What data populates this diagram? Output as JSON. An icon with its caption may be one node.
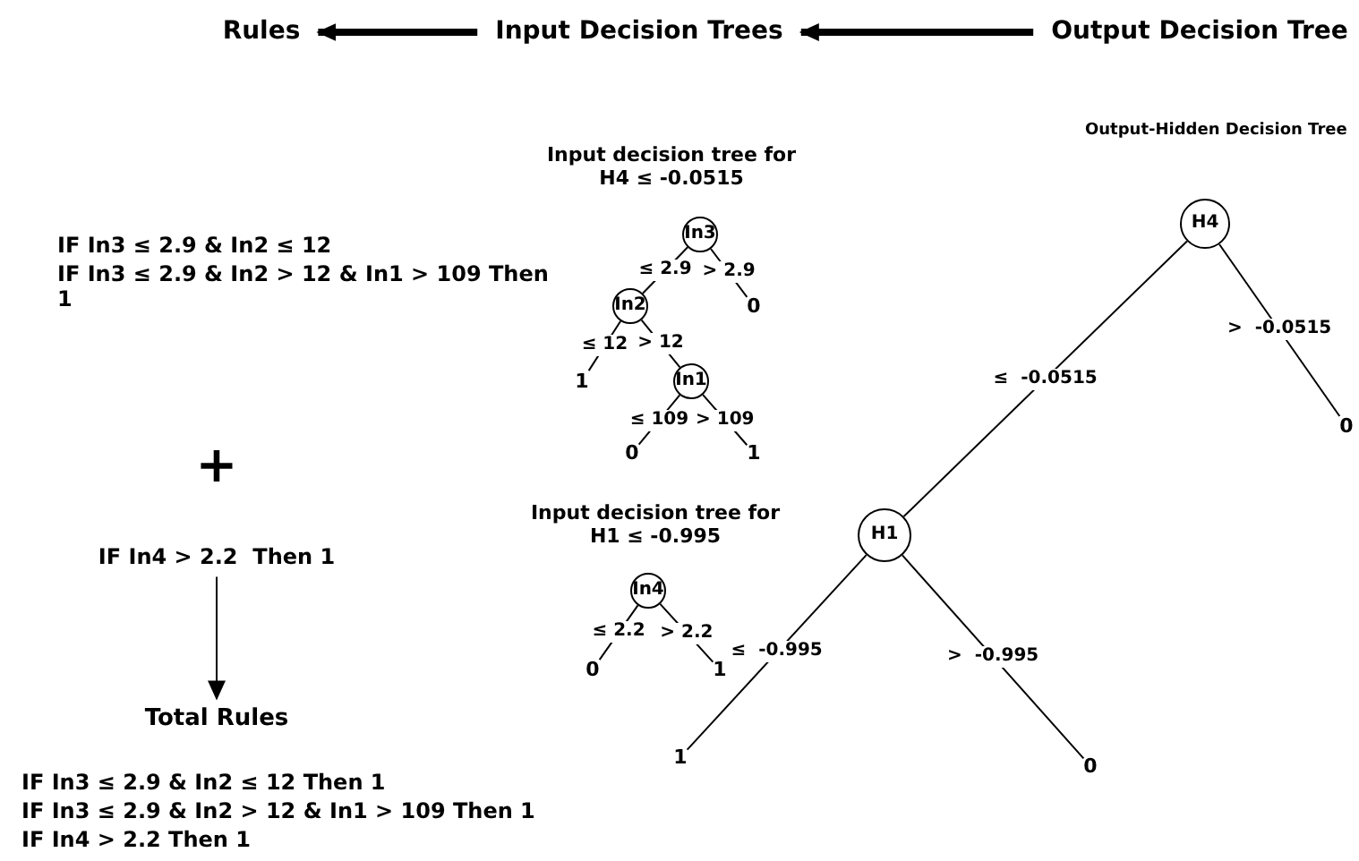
{
  "diagram": {
    "nodes": [
      {
        "text": [
          "Rules"
        ]
      },
      {
        "text": [
          "Input Decision Trees"
        ]
      },
      {
        "text": [
          "Output Decision Tree"
        ]
      },
      {
        "text": [
          "In3"
        ]
      },
      {
        "text": [
          "In2"
        ]
      },
      {
        "text": [
          "0"
        ]
      },
      {
        "text": [
          "1"
        ]
      },
      {
        "text": [
          "In1"
        ]
      },
      {
        "text": [
          "0"
        ]
      },
      {
        "text": [
          "1"
        ]
      },
      {
        "text": [
          "H4"
        ]
      },
      {
        "text": [
          "0"
        ]
      },
      {
        "text": [
          "H1"
        ]
      },
      {
        "text": [
          "IF In4 > 2.2  Then 1"
        ]
      },
      {
        "text": [
          "In4"
        ]
      },
      {
        "text": [
          "0"
        ]
      },
      {
        "text": [
          "1"
        ]
      },
      {
        "text": [
          "1"
        ]
      },
      {
        "text": [
          "0"
        ]
      },
      {
        "text": [
          "Total Rules"
        ]
      }
    ],
    "edges": [
      {
        "from": 1,
        "to": 0,
        "arrow": "to",
        "style": "thick"
      },
      {
        "from": 2,
        "to": 1,
        "arrow": "to",
        "style": "thick"
      },
      {
        "from": 3,
        "to": 4,
        "arrow": "none",
        "label": "≤ 2.9"
      },
      {
        "from": 3,
        "to": 5,
        "arrow": "none",
        "label": "> 2.9"
      },
      {
        "from": 4,
        "to": 6,
        "arrow": "none",
        "label": "≤ 12"
      },
      {
        "from": 4,
        "to": 7,
        "arrow": "none",
        "label": "> 12"
      },
      {
        "from": 7,
        "to": 8,
        "arrow": "none",
        "label": "≤ 109"
      },
      {
        "from": 7,
        "to": 9,
        "arrow": "none",
        "label": "> 109"
      },
      {
        "from": 10,
        "to": 12,
        "arrow": "none",
        "label": "≤  -0.0515"
      },
      {
        "from": 10,
        "to": 11,
        "arrow": "none",
        "label": ">  -0.0515"
      },
      {
        "from": 14,
        "to": 15,
        "arrow": "none",
        "label": "≤ 2.2"
      },
      {
        "from": 14,
        "to": 16,
        "arrow": "none",
        "label": "> 2.2"
      },
      {
        "from": 12,
        "to": 17,
        "arrow": "none",
        "label": "≤  -0.995"
      },
      {
        "from": 12,
        "to": 18,
        "arrow": "none",
        "label": ">  -0.995"
      },
      {
        "from": 13,
        "to": 19,
        "arrow": "to"
      }
    ],
    "labels": [
      "Output-Hidden Decision Tree",
      "Input decision tree for H4 ≤ -0.0515",
      "IF In3 ≤ 2.9 & In2 ≤ 12",
      "IF In3 ≤ 2.9 & In2 > 12 & In1 > 109 Then 1",
      "+",
      "Input decision tree for H1 ≤ -0.995",
      "IF In3 ≤ 2.9 & In2 ≤ 12 Then 1",
      "IF In3 ≤ 2.9 & In2 > 12 & In1 > 109 Then 1",
      "IF In4 > 2.2  Then 1"
    ]
  }
}
